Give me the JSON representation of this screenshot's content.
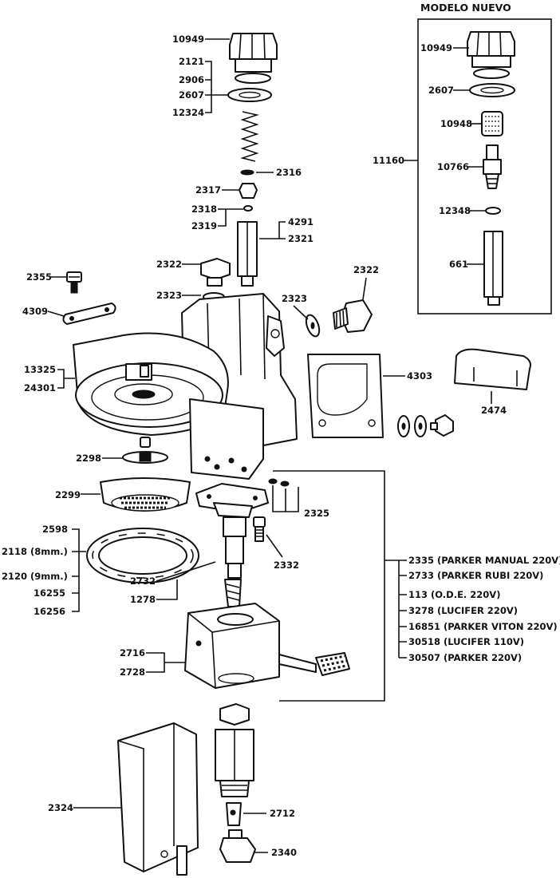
{
  "title": "MODELO NUEVO",
  "labels": {
    "l10949": "10949",
    "l2121": "2121",
    "l2906": "2906",
    "l2607": "2607",
    "l12324": "12324",
    "l2316": "2316",
    "l2317": "2317",
    "l2318": "2318",
    "l2319": "2319",
    "l4291": "4291",
    "l2321": "2321",
    "l2322a": "2322",
    "l2323a": "2323",
    "l2323b": "2323",
    "l2322b": "2322",
    "l2355": "2355",
    "l4309": "4309",
    "l13325": "13325",
    "l24301": "24301",
    "l4303": "4303",
    "l2474": "2474",
    "l2298": "2298",
    "l2299": "2299",
    "l2325": "2325",
    "l2598": "2598",
    "l2118": "2118 (8mm.)",
    "l2120": "2120 (9mm.)",
    "l16255": "16255",
    "l16256": "16256",
    "l2332": "2332",
    "l2732": "2732",
    "l1278": "1278",
    "l2335": "2335 (PARKER MANUAL 220V)",
    "l2733": "2733 (PARKER RUBI 220V)",
    "l113": "113 (O.D.E. 220V)",
    "l3278": "3278 (LUCIFER 220V)",
    "l16851": "16851 (PARKER VITON 220V)",
    "l30518": "30518 (LUCIFER 110V)",
    "l30507": "30507 (PARKER 220V)",
    "l2716": "2716",
    "l2728": "2728",
    "l2324": "2324",
    "l2712": "2712",
    "l2340": "2340",
    "n10949": "10949",
    "n2607": "2607",
    "n10948": "10948",
    "n11160": "11160",
    "n10766": "10766",
    "n12348": "12348",
    "n661": "661"
  }
}
